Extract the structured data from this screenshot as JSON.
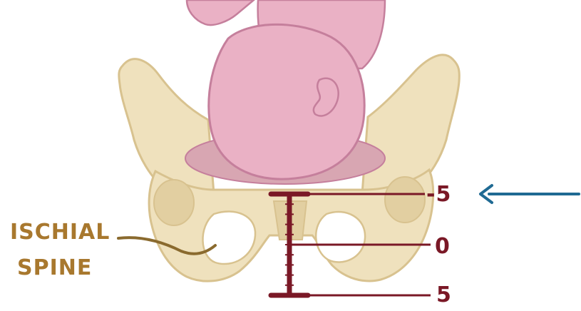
{
  "annotation": {
    "ischial_spine_lines": [
      "ISCHIAL",
      "SPINE"
    ]
  },
  "station_scale": {
    "labels": [
      "-5",
      "0",
      "5"
    ],
    "values": [
      -5,
      0,
      5
    ]
  },
  "colors": {
    "bone": "#efe1bd",
    "bone_outline": "#d8c28f",
    "bone_shadow": "#e2cfa1",
    "baby": "#eab1c5",
    "baby_outline": "#c57f9c",
    "pelvic_inlet": "#d8a6b2",
    "label_text": "#a8782e",
    "scale": "#7a1826",
    "arrow": "#1f6a93"
  }
}
